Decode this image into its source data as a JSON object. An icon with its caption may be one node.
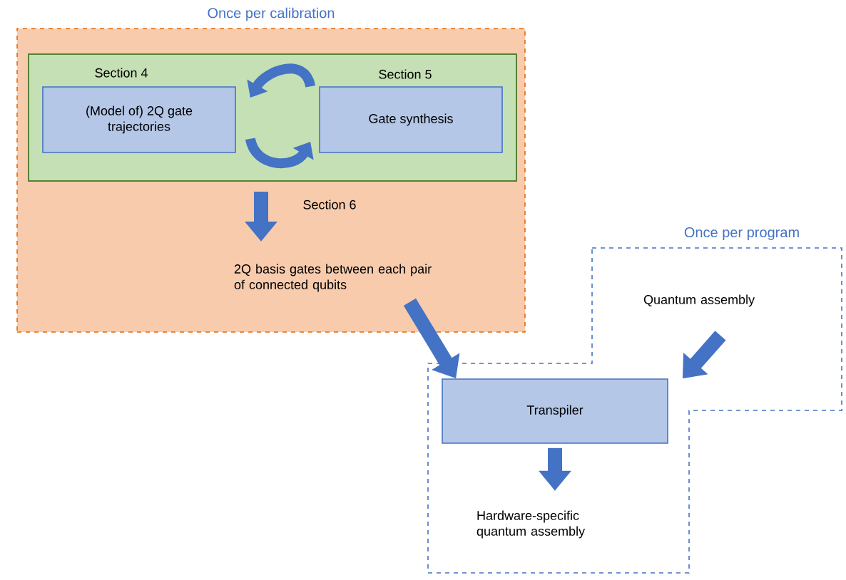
{
  "diagram": {
    "nodes": [
      {
        "text": [
          "Once per calibration"
        ]
      },
      {
        "text": [],
        "shape": "box",
        "in": 0
      },
      {
        "text": [
          "(Model of) 2Q gate trajectories"
        ],
        "in": 1,
        "beside": [
          "Section 4"
        ]
      },
      {
        "text": [
          "Gate synthesis"
        ],
        "in": 1,
        "beside": [
          "Section 5"
        ]
      },
      {
        "text": [
          "2Q basis gates between each pair of connected qubits"
        ],
        "in": 0
      },
      {
        "text": [
          "Once per program"
        ]
      },
      {
        "text": [
          "Quantum assembly"
        ],
        "in": 5
      },
      {
        "text": [
          "Transpiler"
        ],
        "in": 5
      },
      {
        "text": [
          "Hardware-specific quantum assembly"
        ],
        "in": 5
      }
    ],
    "edges": [
      {
        "from": 3,
        "to": 2,
        "arrow": "to"
      },
      {
        "from": 2,
        "to": 3,
        "arrow": "to"
      },
      {
        "from": 1,
        "to": 4,
        "arrow": "to",
        "label": "Section 6"
      },
      {
        "from": 4,
        "to": 7,
        "arrow": "to"
      },
      {
        "from": 6,
        "to": 7,
        "arrow": "to"
      },
      {
        "from": 7,
        "to": 8,
        "arrow": "to"
      }
    ]
  }
}
